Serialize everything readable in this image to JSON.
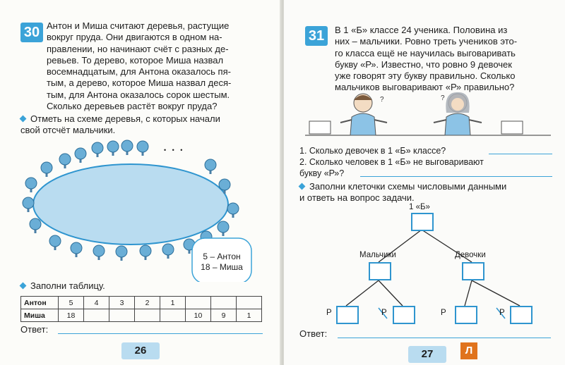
{
  "left_page": {
    "problem30": {
      "number": "30",
      "lines": [
        "Антон и Миша считают деревья, растущие",
        "вокруг пруда. Они двигаются в одном на-",
        "правлении, но начинают счёт с разных де-",
        "ревьев. То дерево, которое Миша назвал",
        "восемнадцатым, для Антона оказалось пя-",
        "тым, а дерево, которое Миша назвал деся-",
        "тым, для Антона оказалось сорок шестым.",
        "Сколько деревьев растёт вокруг пруда?"
      ],
      "task1_lines": [
        "Отметь на схеме деревья, с которых начали",
        "свой отсчёт мальчики."
      ],
      "dots": "• • •",
      "callout": {
        "line1": "5 – Антон",
        "line2": "18 – Миша"
      },
      "task2": "Заполни таблицу.",
      "table": {
        "rows": [
          {
            "name": "Антон",
            "cells": [
              "5",
              "4",
              "3",
              "2",
              "1",
              "",
              "",
              ""
            ]
          },
          {
            "name": "Миша",
            "cells": [
              "18",
              "",
              "",
              "",
              "",
              "10",
              "9",
              "1"
            ]
          }
        ]
      },
      "answer_label": "Ответ:"
    },
    "page_number": "26"
  },
  "right_page": {
    "problem31": {
      "number": "31",
      "lines": [
        "В 1 «Б» классе 24 ученика. Половина из",
        "них – мальчики. Ровно треть учеников это-",
        "го класса ещё не научилась выговаривать",
        "букву «Р». Известно, что ровно 9 девочек",
        "уже говорят эту букву правильно. Сколько",
        "мальчиков выговаривают «Р» правильно?"
      ],
      "q1": "1. Сколько девочек в 1 «Б» классе?",
      "q2_line1": "2. Сколько человек в 1 «Б» не выговаривают",
      "q2_line2": "букву «Р»?",
      "task_lines": [
        "Заполни клеточки схемы числовыми данными",
        "и ответь на вопрос задачи."
      ],
      "tree": {
        "root_label": "1 «Б»",
        "left_label": "Мальчики",
        "right_label": "Девочки",
        "leaf_label": "Р"
      },
      "answer_label": "Ответ:"
    },
    "page_number": "27",
    "publisher_logo": "Л"
  },
  "colors": {
    "accent": "#3ba3d8",
    "pond": "#b9dcf0",
    "tree": "#6aaed6",
    "page_badge": "#b9dcf0"
  }
}
